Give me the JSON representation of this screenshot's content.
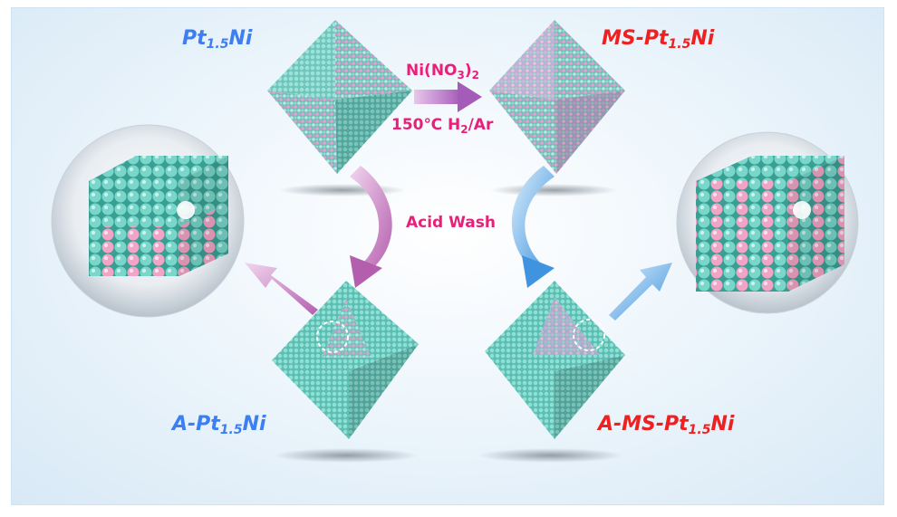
{
  "labels": {
    "top_left": {
      "base": "Pt",
      "sub": "1.5",
      "end": "Ni"
    },
    "top_right": {
      "base": "MS-Pt",
      "sub": "1.5",
      "end": "Ni"
    },
    "bottom_left": {
      "base": "A-Pt",
      "sub": "1.5",
      "end": "Ni"
    },
    "bottom_right": {
      "base": "A-MS-Pt",
      "sub": "1.5",
      "end": "Ni"
    }
  },
  "reagents": {
    "line1": {
      "base": "Ni(NO",
      "sub": "3",
      "end": ")",
      "sub2": "2"
    },
    "line2": {
      "base": "150℃ H",
      "sub": "2",
      "end": "/Ar"
    }
  },
  "process": {
    "acid_wash": "Acid Wash"
  },
  "colors": {
    "label_blue": "#3d7ef2",
    "label_red": "#f02020",
    "reagent_text": "#e8207a",
    "teal_atom": "#6fd2c6",
    "pink_atom": "#f4a6c8",
    "arrow_magenta": "#c46ab8",
    "arrow_blue": "#5aa8e8"
  }
}
